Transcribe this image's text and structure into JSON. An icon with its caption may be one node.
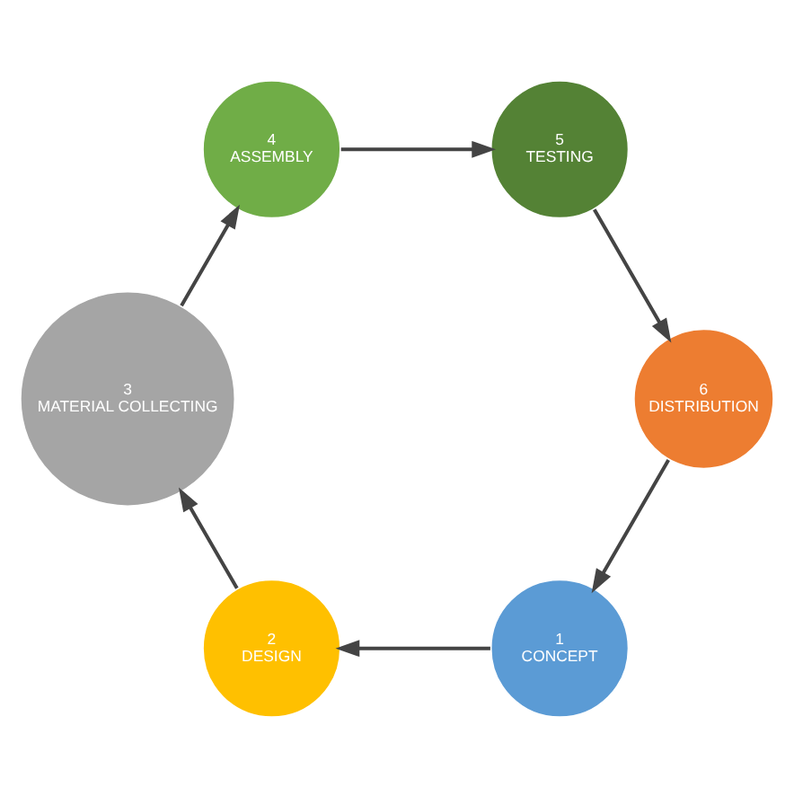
{
  "diagram": {
    "nodes": [
      {
        "text": [
          "1",
          "CONCEPT"
        ]
      },
      {
        "text": [
          "2",
          "DESIGN"
        ]
      },
      {
        "text": [
          "3",
          "MATERIAL COLLECTING"
        ]
      },
      {
        "text": [
          "4",
          "ASSEMBLY"
        ]
      },
      {
        "text": [
          "5",
          "TESTING"
        ]
      },
      {
        "text": [
          "6",
          "DISTRIBUTION"
        ]
      }
    ],
    "edges": [
      {
        "from": 0,
        "to": 1,
        "arrow": "to"
      },
      {
        "from": 1,
        "to": 2,
        "arrow": "to"
      },
      {
        "from": 2,
        "to": 3,
        "arrow": "to"
      },
      {
        "from": 3,
        "to": 4,
        "arrow": "to"
      },
      {
        "from": 4,
        "to": 5,
        "arrow": "to"
      },
      {
        "from": 5,
        "to": 0,
        "arrow": "to"
      }
    ]
  }
}
